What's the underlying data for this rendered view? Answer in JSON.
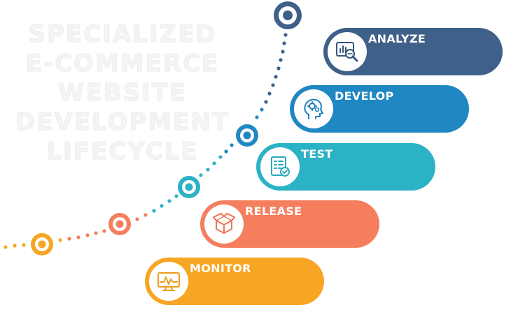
{
  "heading": {
    "lines": [
      "SPECIALIZED",
      "E-COMMERCE",
      "WEBSITE",
      "DEVELOPMENT",
      "LIFECYCLE"
    ]
  },
  "stages": [
    {
      "label": "ANALYZE",
      "icon": "analysis-icon",
      "color": "#3e6089",
      "icon_color": "#35557d"
    },
    {
      "label": "DEVELOP",
      "icon": "head-gears-icon",
      "color": "#1f87c2",
      "icon_color": "#1f82bc"
    },
    {
      "label": "TEST",
      "icon": "checklist-icon",
      "color": "#2cb2c5",
      "icon_color": "#29a9bd"
    },
    {
      "label": "RELEASE",
      "icon": "box-icon",
      "color": "#f47e5d",
      "icon_color": "#ee7554"
    },
    {
      "label": "MONITOR",
      "icon": "monitor-icon",
      "color": "#f6a623",
      "icon_color": "#ec9d1a"
    }
  ]
}
